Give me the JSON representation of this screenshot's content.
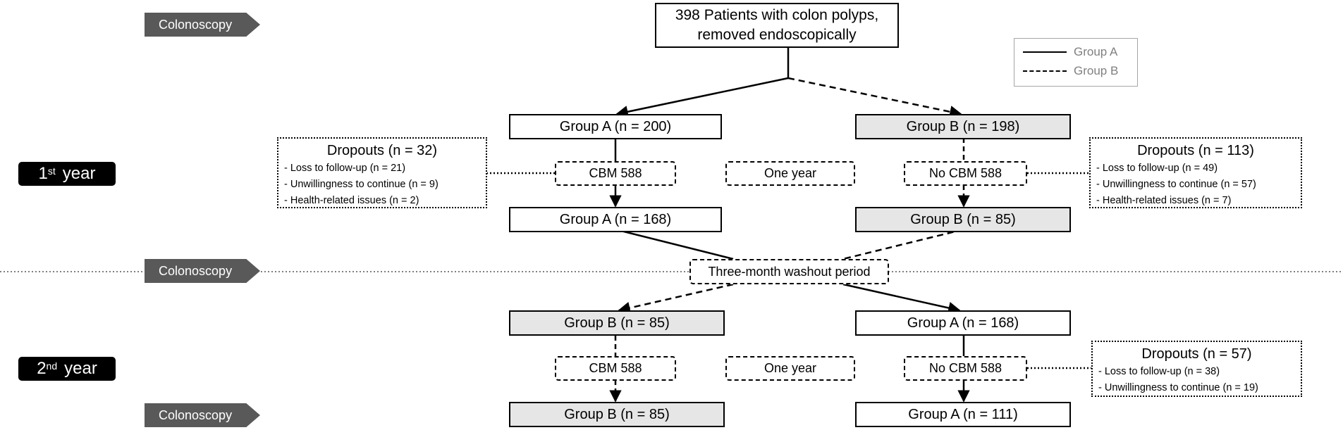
{
  "top_box": {
    "line1": "398 Patients with colon polyps,",
    "line2": "removed endoscopically"
  },
  "legend": {
    "group_a": "Group A",
    "group_b": "Group B"
  },
  "tags": {
    "colonoscopy_1": "Colonoscopy",
    "colonoscopy_2": "Colonoscopy",
    "colonoscopy_3": "Colonoscopy"
  },
  "years": {
    "first": {
      "num": "1",
      "sup": "st",
      "word": "year"
    },
    "second": {
      "num": "2",
      "sup": "nd",
      "word": "year"
    }
  },
  "year1": {
    "left_start": "Group A (n = 200)",
    "right_start": "Group B (n = 198)",
    "left_treat": "CBM 588",
    "mid_label": "One year",
    "right_treat": "No CBM 588",
    "left_end": "Group A (n = 168)",
    "right_end": "Group B (n = 85)"
  },
  "washout": "Three-month washout period",
  "year2": {
    "left_start": "Group B (n = 85)",
    "right_start": "Group A (n = 168)",
    "left_treat": "CBM 588",
    "mid_label": "One year",
    "right_treat": "No CBM 588",
    "left_end": "Group B (n = 85)",
    "right_end": "Group A (n = 111)"
  },
  "dropouts": {
    "left_y1": {
      "title": "Dropouts (n = 32)",
      "items": [
        "-  Loss to follow-up  (n = 21)",
        "-  Unwillingness  to continue  (n = 9)",
        "-  Health-related  issues  (n = 2)"
      ]
    },
    "right_y1": {
      "title": "Dropouts (n = 113)",
      "items": [
        "-  Loss to follow-up  (n = 49)",
        "-  Unwillingness  to continue  (n = 57)",
        "-  Health-related  issues  (n = 7)"
      ]
    },
    "right_y2": {
      "title": "Dropouts (n = 57)",
      "items": [
        "-  Loss to follow-up  (n = 38)",
        "-  Unwillingness  to continue  (n = 19)"
      ]
    }
  }
}
